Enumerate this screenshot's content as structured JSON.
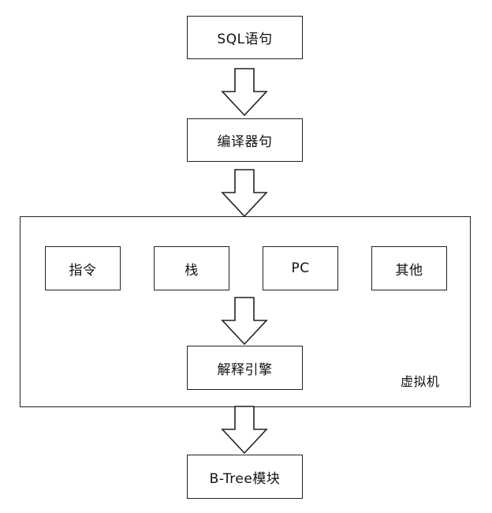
{
  "flow": {
    "sql_statement": "SQL语句",
    "compiler": "编译器句",
    "btree_module": "B-Tree模块"
  },
  "vm": {
    "label": "虚拟机",
    "components": {
      "instructions": "指令",
      "stack": "栈",
      "pc": "PC",
      "other": "其他"
    },
    "engine": "解释引擎"
  }
}
